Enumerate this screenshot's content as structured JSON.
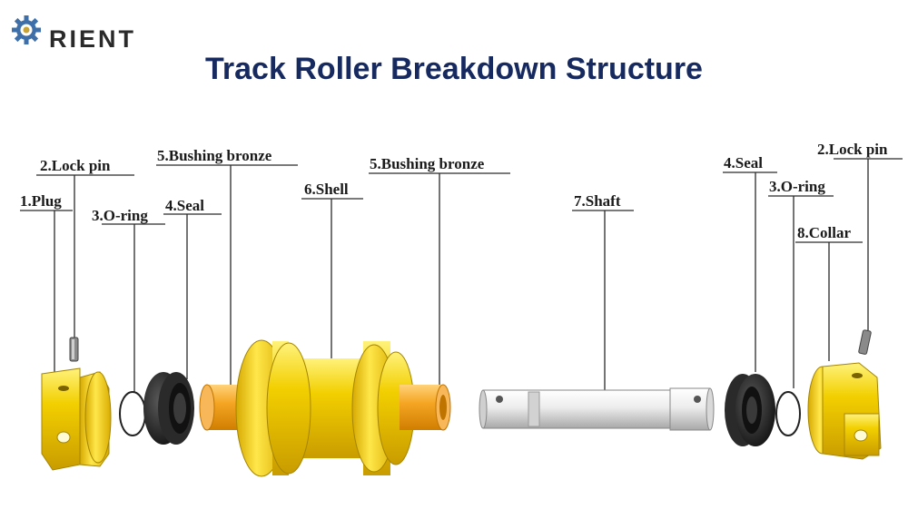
{
  "logo": {
    "text": "RIENT",
    "icon": "gear-logo-icon"
  },
  "title": "Track Roller Breakdown Structure",
  "labels": {
    "plug": "1.Plug",
    "lock_pin_left": "2.Lock pin",
    "oring_left": "3.O-ring",
    "seal_left": "4.Seal",
    "bushing_left": "5.Bushing bronze",
    "shell": "6.Shell",
    "bushing_right": "5.Bushing bronze",
    "shaft": "7.Shaft",
    "seal_right": "4.Seal",
    "lock_pin_right": "2.Lock pin",
    "oring_right": "3.O-ring",
    "collar": "8.Collar"
  },
  "colors": {
    "part_yellow": "#f2cf00",
    "bronze_orange": "#f5a623",
    "seal_black": "#1c1c1c",
    "shaft_gray": "#e6e6e6",
    "title": "#172a60"
  }
}
